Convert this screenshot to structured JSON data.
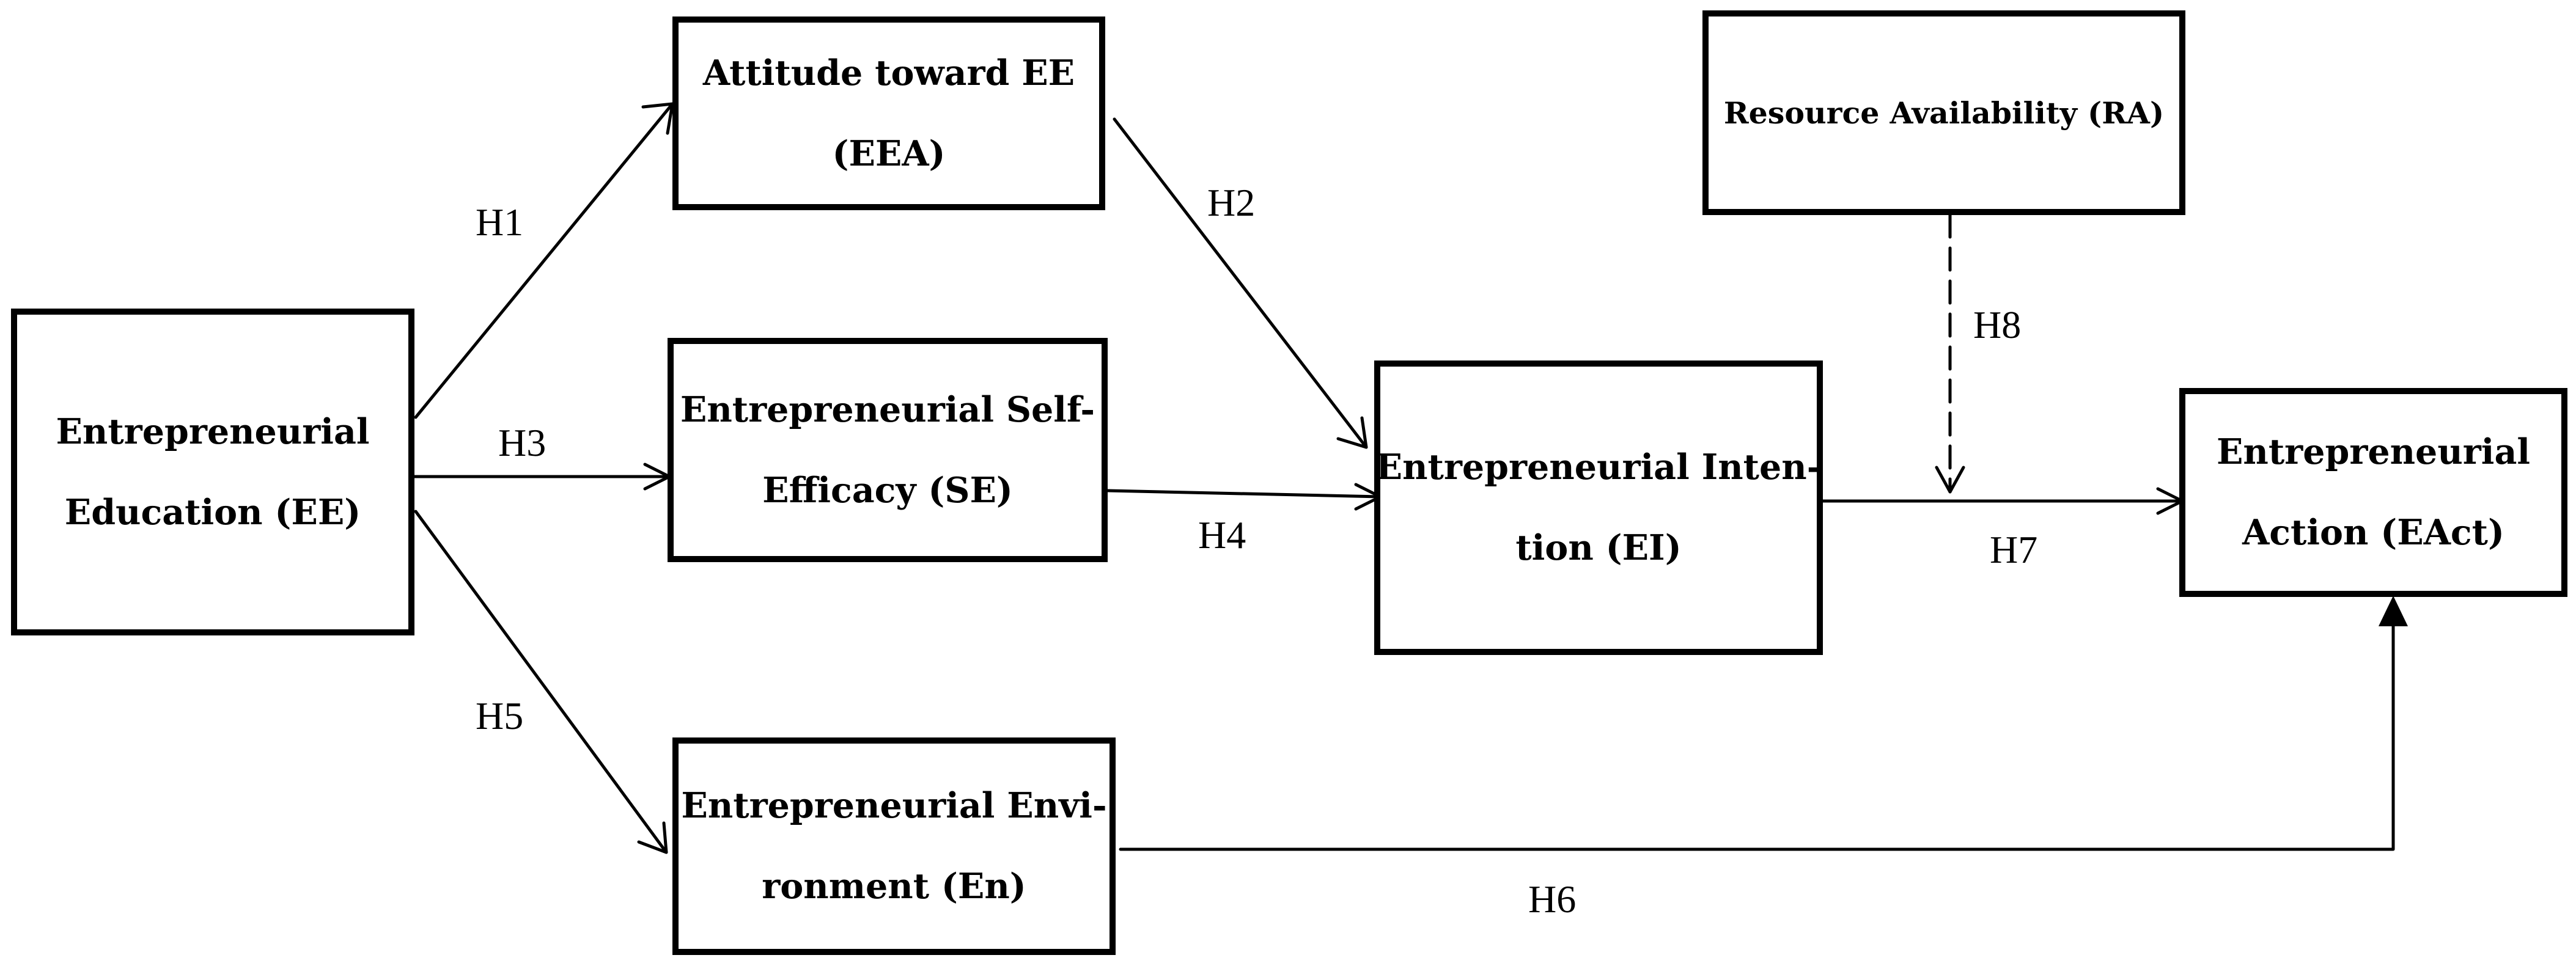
{
  "nodes": {
    "ee": {
      "lines": [
        "Entrepreneurial",
        "Education (EE)"
      ]
    },
    "eea": {
      "lines": [
        "Attitude toward EE",
        "(EEA)"
      ]
    },
    "se": {
      "lines": [
        "Entrepreneurial Self-",
        "Efficacy (SE)"
      ]
    },
    "en": {
      "lines": [
        "Entrepreneurial Envi-",
        "ronment (En)"
      ]
    },
    "ei": {
      "lines": [
        "Entrepreneurial Inten-",
        "tion (EI)"
      ]
    },
    "ra": {
      "lines": [
        "Resource Availability (RA)"
      ]
    },
    "eact": {
      "lines": [
        "Entrepreneurial",
        "Action (EAct)"
      ]
    }
  },
  "hypotheses": {
    "h1": "H1",
    "h2": "H2",
    "h3": "H3",
    "h4": "H4",
    "h5": "H5",
    "h6": "H6",
    "h7": "H7",
    "h8": "H8"
  },
  "edges": [
    {
      "from": "ee",
      "to": "eea",
      "label": "H1",
      "style": "solid"
    },
    {
      "from": "eea",
      "to": "ei",
      "label": "H2",
      "style": "solid"
    },
    {
      "from": "ee",
      "to": "se",
      "label": "H3",
      "style": "solid"
    },
    {
      "from": "se",
      "to": "ei",
      "label": "H4",
      "style": "solid"
    },
    {
      "from": "ee",
      "to": "en",
      "label": "H5",
      "style": "solid"
    },
    {
      "from": "en",
      "to": "eact",
      "label": "H6",
      "style": "solid"
    },
    {
      "from": "ei",
      "to": "eact",
      "label": "H7",
      "style": "solid"
    },
    {
      "from": "ra",
      "to": "ei-eact-path",
      "label": "H8",
      "style": "dashed"
    }
  ]
}
